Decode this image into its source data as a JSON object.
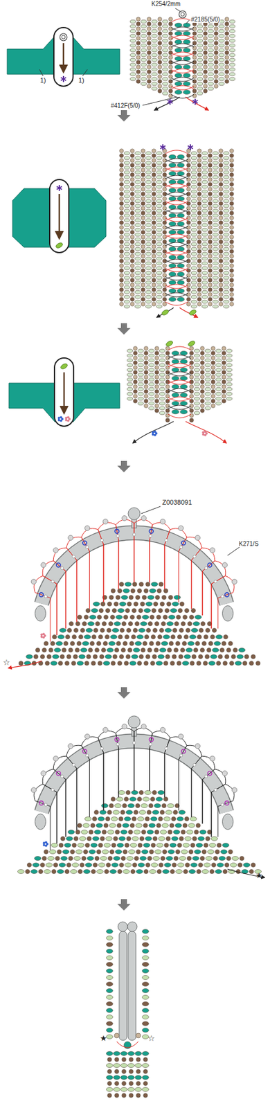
{
  "diagram": {
    "labels": [
      "1)",
      "1)",
      "K254/2mm",
      "#2185(5/0)",
      "#412F(5/0)",
      "Z0038091",
      "K271/S",
      "☆",
      "★",
      "★",
      "☆"
    ]
  }
}
